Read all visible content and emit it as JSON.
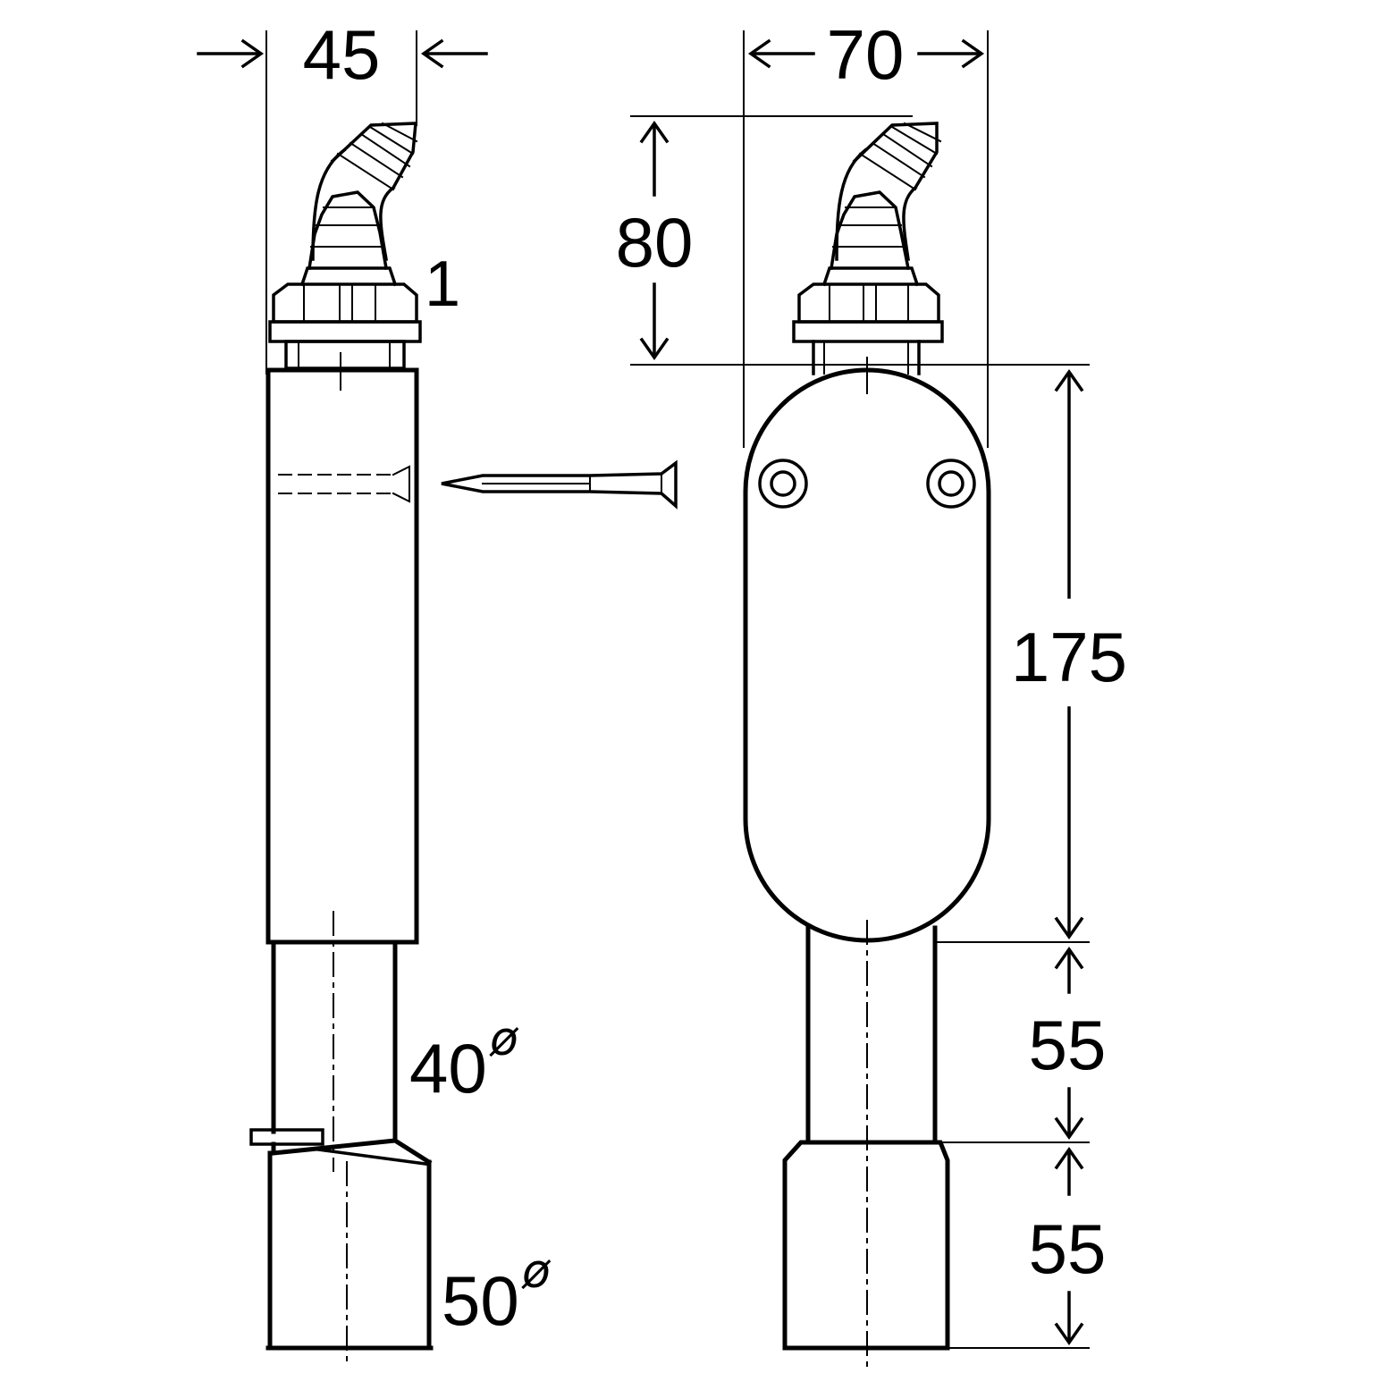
{
  "dimensions": {
    "side_width": "45",
    "front_width": "70",
    "top_height": "80",
    "body_height": "175",
    "lower_height_1": "55",
    "lower_height_2": "55",
    "inlet_diameter": "40",
    "outlet_diameter": "50",
    "diameter_symbol": "ø",
    "callout_label": "1"
  }
}
